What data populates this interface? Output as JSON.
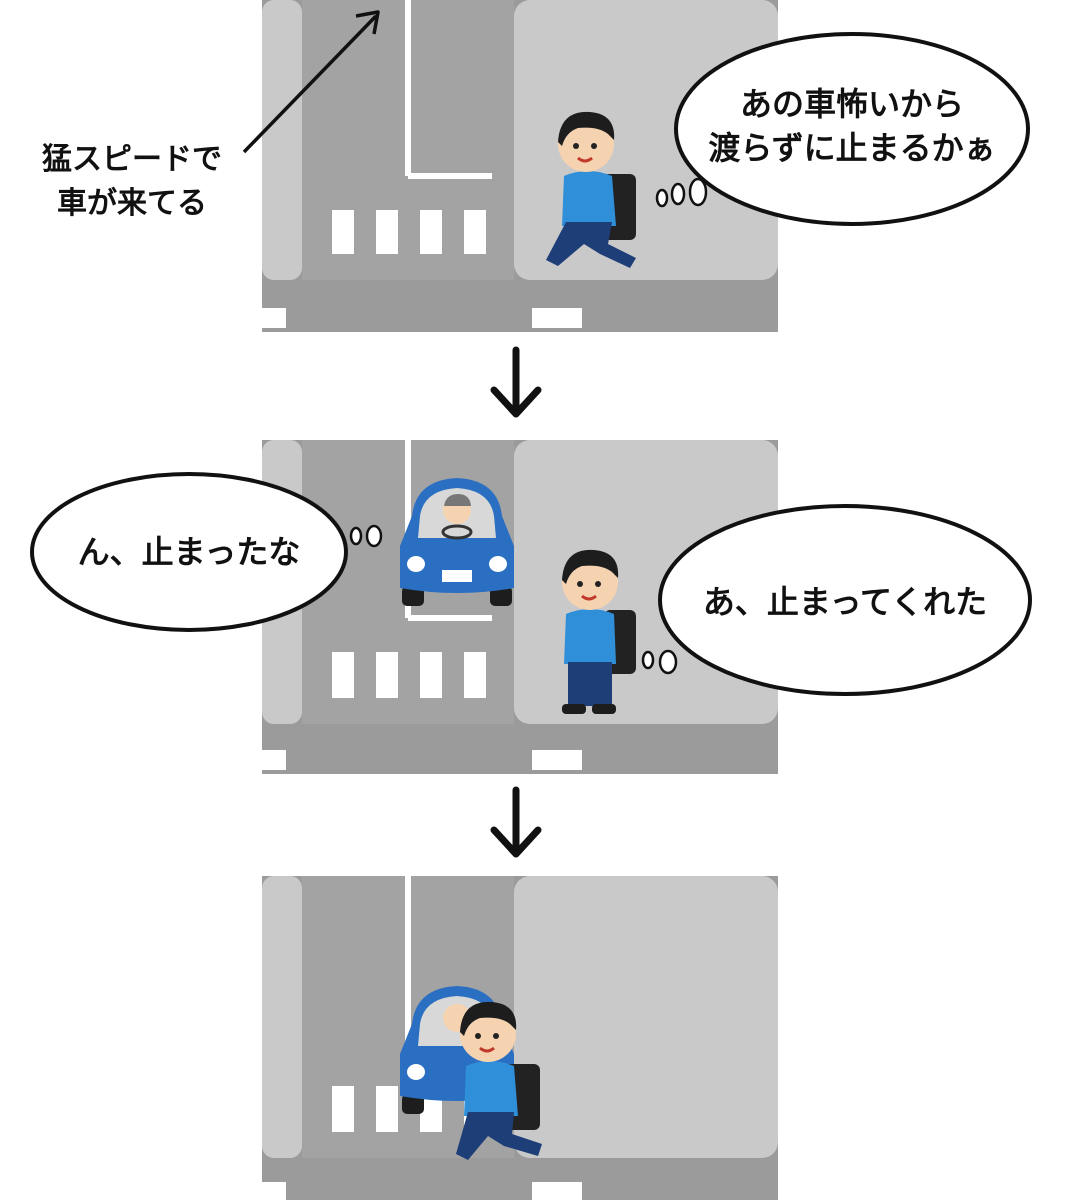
{
  "panels": [
    {
      "annotation": [
        "猛スピードで",
        "車が来てる"
      ],
      "pedestrian_thought": [
        "あの車怖いから",
        "渡らずに止まるかぁ"
      ]
    },
    {
      "driver_thought": "ん、止まったな",
      "pedestrian_thought": "あ、止まってくれた"
    },
    {}
  ],
  "colors": {
    "road": "#9a9a9a",
    "sidewalk": "#c8c8c8",
    "car": "#2a6fc2",
    "shirt": "#2f8fd8",
    "pants": "#1e3e78"
  },
  "icons": [
    "down-arrow-icon",
    "pointer-arrow-icon",
    "car-icon",
    "pedestrian-icon"
  ]
}
